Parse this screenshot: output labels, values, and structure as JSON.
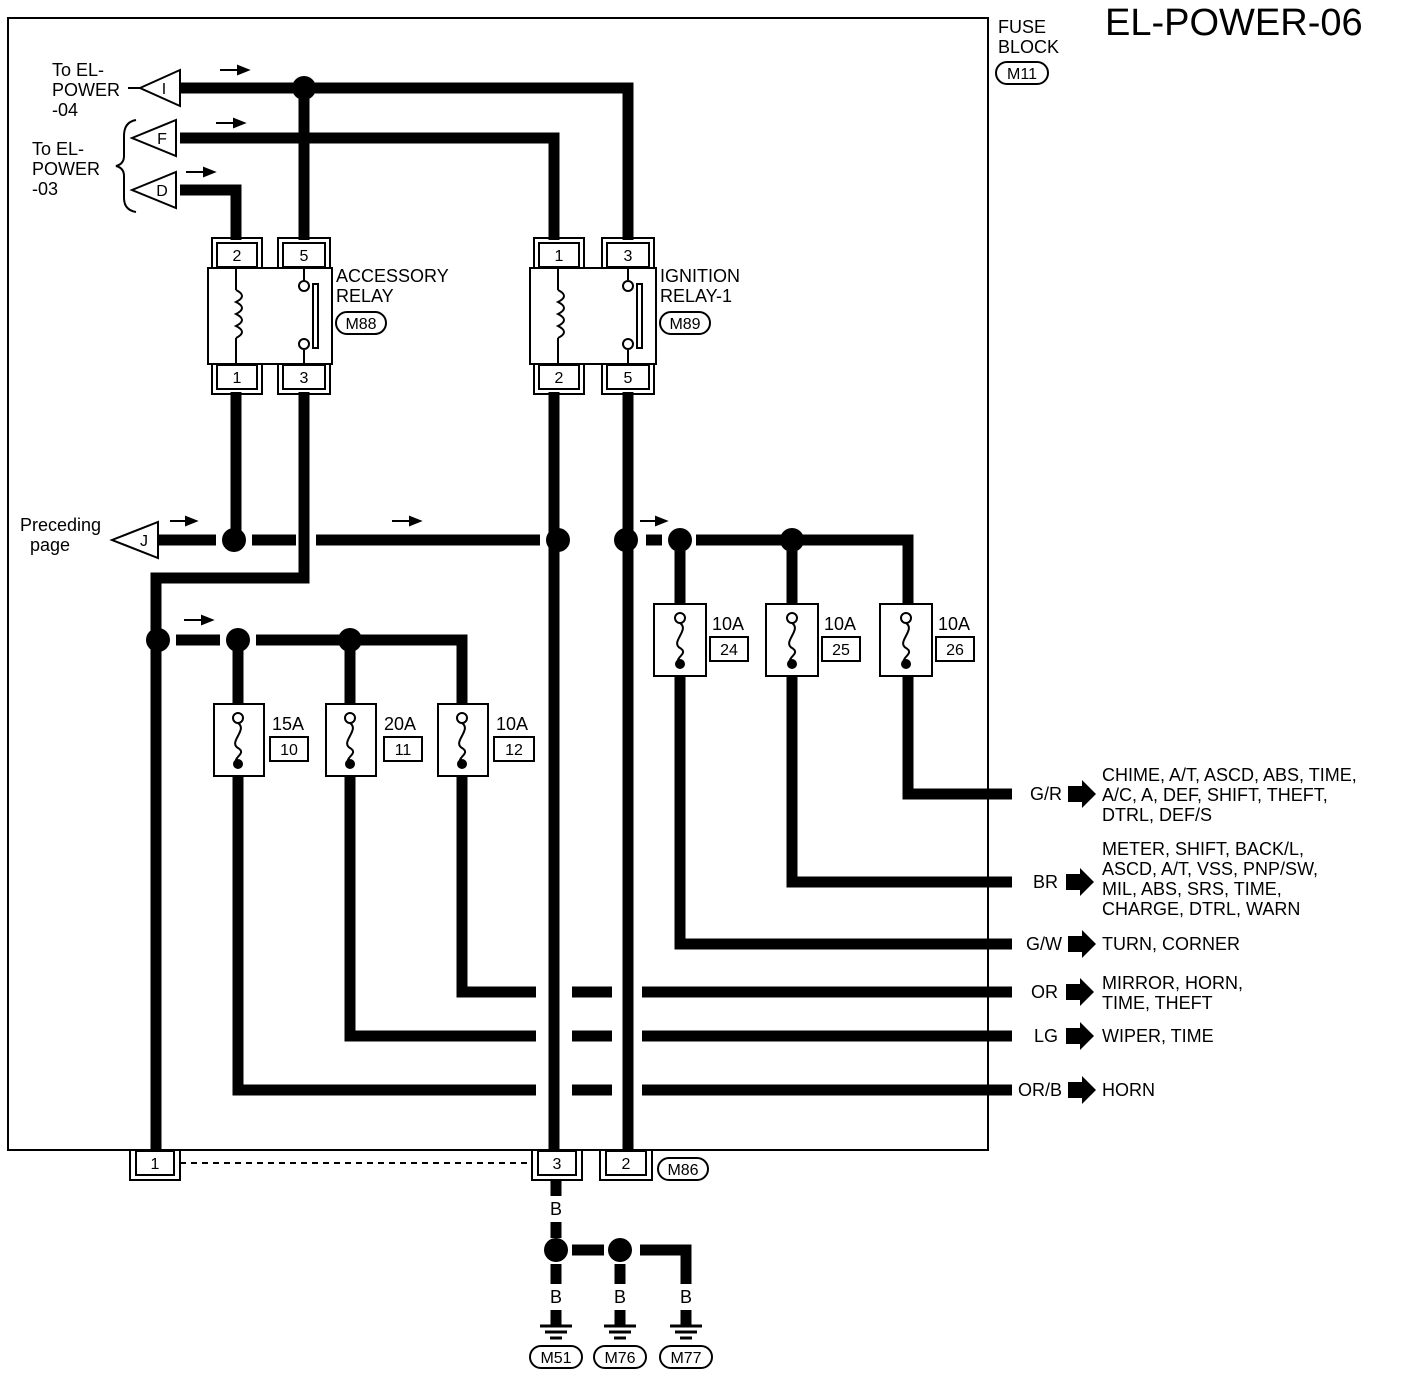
{
  "title": "EL-POWER-06",
  "fuse_block": {
    "line1": "FUSE",
    "line2": "BLOCK",
    "connector": "M11"
  },
  "connectors_left": {
    "to_power04": {
      "line1": "To EL-",
      "line2": "POWER",
      "line3": "-04",
      "letter": "I"
    },
    "to_power03": {
      "line1": "To EL-",
      "line2": "POWER",
      "line3": "-03",
      "letters": [
        "F",
        "D"
      ]
    },
    "preceding": {
      "line1": "Preceding",
      "line2": "page",
      "letter": "J"
    }
  },
  "accessory_relay": {
    "line1": "ACCESSORY",
    "line2": "RELAY",
    "connector": "M88",
    "pins": {
      "top_left": "2",
      "top_right": "5",
      "bottom_left": "1",
      "bottom_right": "3"
    }
  },
  "ignition_relay": {
    "line1": "IGNITION",
    "line2": "RELAY-1",
    "connector": "M89",
    "pins": {
      "top_left": "1",
      "top_right": "3",
      "bottom_left": "2",
      "bottom_right": "5"
    }
  },
  "fuses": [
    {
      "amp": "15A",
      "num": "10"
    },
    {
      "amp": "20A",
      "num": "11"
    },
    {
      "amp": "10A",
      "num": "12"
    },
    {
      "amp": "10A",
      "num": "24"
    },
    {
      "amp": "10A",
      "num": "25"
    },
    {
      "amp": "10A",
      "num": "26"
    }
  ],
  "outputs": [
    {
      "color": "G/R",
      "lines": [
        "CHIME, A/T, ASCD, ABS, TIME,",
        "A/C, A, DEF, SHIFT, THEFT,",
        "DTRL, DEF/S"
      ]
    },
    {
      "color": "BR",
      "lines": [
        "METER, SHIFT, BACK/L,",
        "ASCD, A/T, VSS, PNP/SW,",
        "MIL, ABS, SRS, TIME,",
        "CHARGE, DTRL, WARN"
      ]
    },
    {
      "color": "G/W",
      "lines": [
        "TURN, CORNER"
      ]
    },
    {
      "color": "OR",
      "lines": [
        "MIRROR, HORN,",
        "TIME, THEFT"
      ]
    },
    {
      "color": "LG",
      "lines": [
        "WIPER, TIME"
      ]
    },
    {
      "color": "OR/B",
      "lines": [
        "HORN"
      ]
    }
  ],
  "bottom_connector": {
    "pins": [
      "1",
      "3",
      "2"
    ],
    "connector": "M86"
  },
  "ground": {
    "wire_color": "B",
    "connectors": [
      "M51",
      "M76",
      "M77"
    ]
  }
}
